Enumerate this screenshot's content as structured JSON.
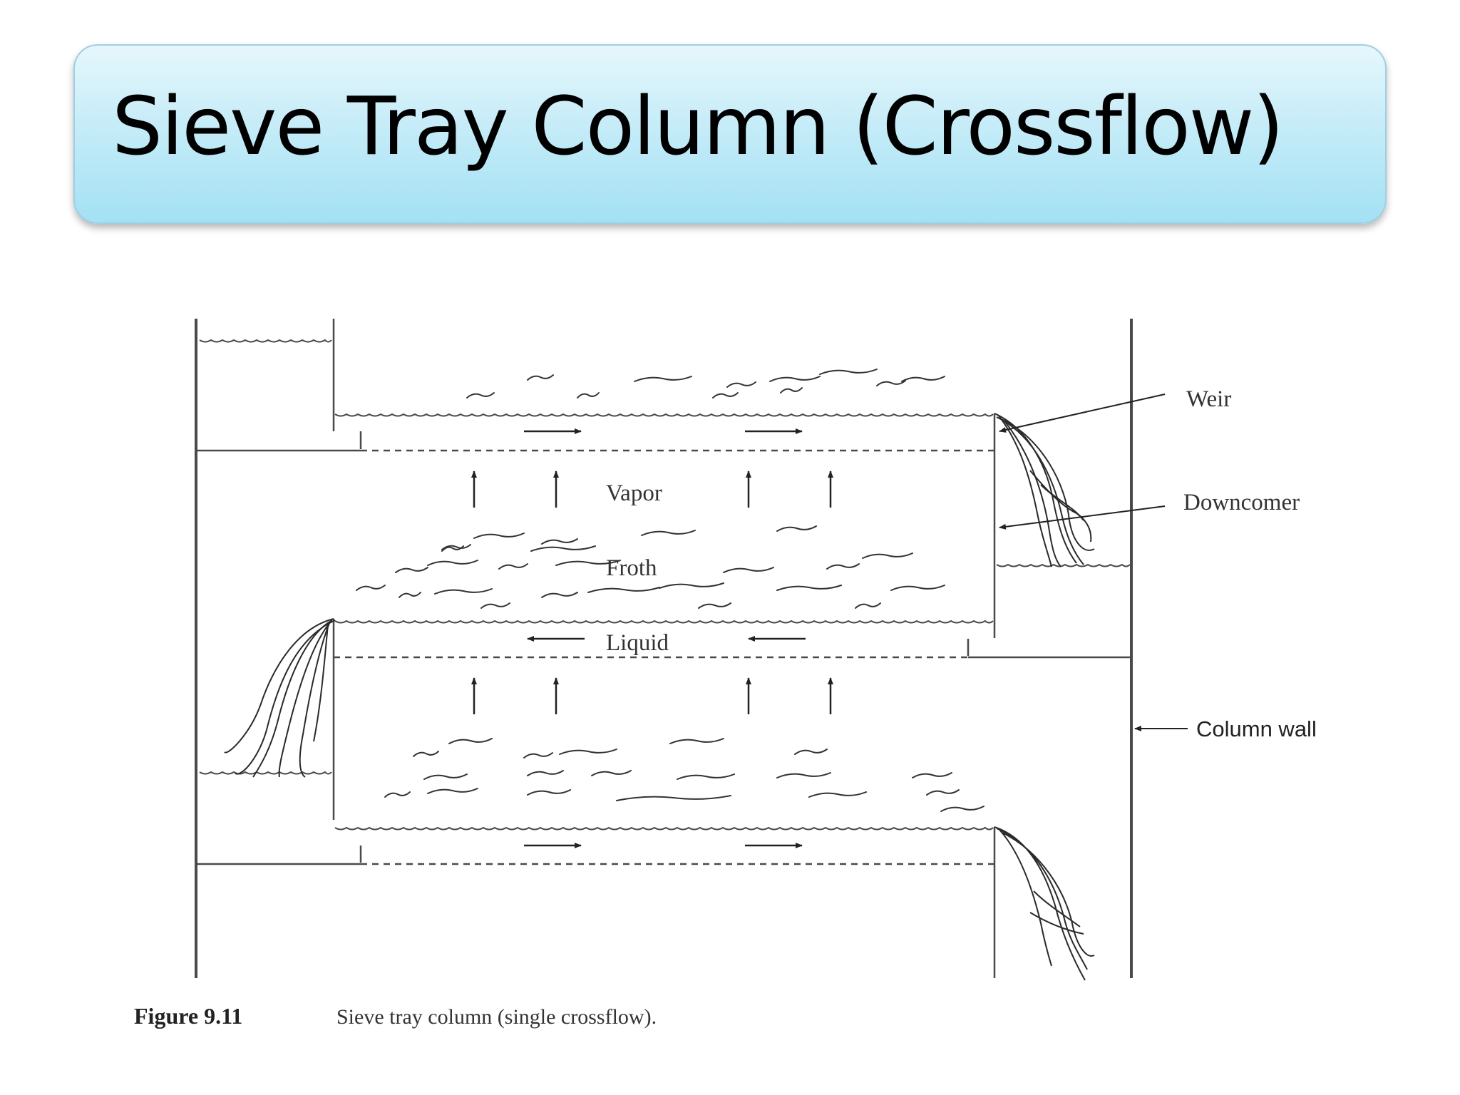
{
  "slide": {
    "title": "Sieve Tray Column (Crossflow)"
  },
  "diagram": {
    "labels": {
      "vapor": "Vapor",
      "froth": "Froth",
      "liquid": "Liquid",
      "weir": "Weir",
      "downcomer": "Downcomer",
      "column_wall": "Column wall"
    },
    "caption": {
      "number": "Figure 9.11",
      "text": "Sieve tray column (single crossflow)."
    }
  }
}
